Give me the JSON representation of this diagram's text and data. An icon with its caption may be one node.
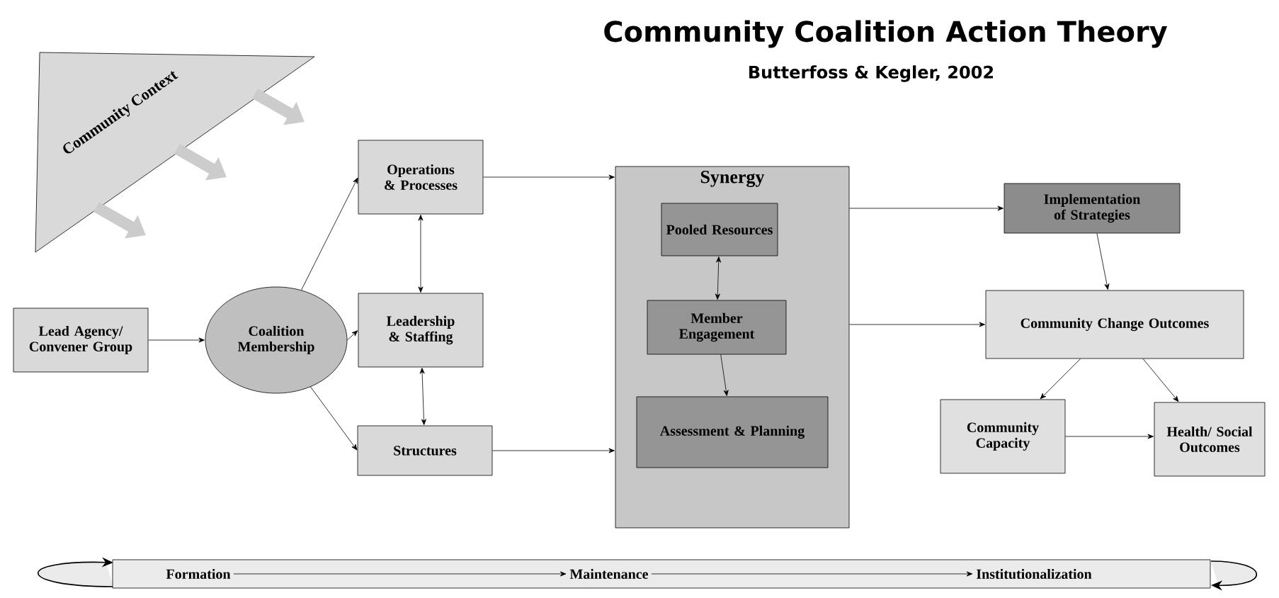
{
  "diagram": {
    "title": "Community Coalition Action Theory",
    "nodes": [
      {
        "text": [
          "Community Context"
        ]
      },
      {
        "text": [
          "Lead Agency/ Convener Group"
        ]
      },
      {
        "text": [
          "Coalition Membership"
        ]
      },
      {
        "text": [
          "Operations & Processes"
        ]
      },
      {
        "text": [
          "Leadership & Staffing"
        ]
      },
      {
        "text": [
          "Structures"
        ]
      },
      {
        "text": [
          "Synergy"
        ]
      },
      {
        "text": [
          "Pooled Resources"
        ],
        "in": 6
      },
      {
        "text": [
          "Member Engagement"
        ],
        "in": 6
      },
      {
        "text": [
          "Assessment & Planning"
        ],
        "in": 6
      },
      {
        "text": [
          "Implementation of Strategies"
        ]
      },
      {
        "text": [
          "Community Change Outcomes"
        ]
      },
      {
        "text": [
          "Community Capacity"
        ]
      },
      {
        "text": [
          "Health/ Social Outcomes"
        ]
      },
      {
        "text": [],
        "shape": "bar"
      },
      {
        "text": [
          "Formation"
        ],
        "in": 14
      },
      {
        "text": [
          "Maintenance"
        ],
        "in": 14
      },
      {
        "text": [
          "Institutionalization"
        ],
        "in": 14
      }
    ],
    "edges": [
      {
        "from": 0,
        "to": null,
        "arrow": "to",
        "style": "thick",
        "color": "#cccccc"
      },
      {
        "from": 0,
        "to": null,
        "arrow": "to",
        "style": "thick",
        "color": "#cccccc"
      },
      {
        "from": 0,
        "to": null,
        "arrow": "to",
        "style": "thick",
        "color": "#cccccc"
      },
      {
        "from": 1,
        "to": 2,
        "arrow": "to"
      },
      {
        "from": 2,
        "to": 3,
        "arrow": "to"
      },
      {
        "from": 2,
        "to": 4,
        "arrow": "to"
      },
      {
        "from": 2,
        "to": 5,
        "arrow": "to"
      },
      {
        "from": 3,
        "to": 4,
        "arrow": "both"
      },
      {
        "from": 4,
        "to": 5,
        "arrow": "both"
      },
      {
        "from": 3,
        "to": 6,
        "arrow": "to"
      },
      {
        "from": 5,
        "to": 6,
        "arrow": "to"
      },
      {
        "from": 7,
        "to": 8,
        "arrow": "both"
      },
      {
        "from": 8,
        "to": 9,
        "arrow": "to"
      },
      {
        "from": 6,
        "to": 10,
        "arrow": "to"
      },
      {
        "from": 6,
        "to": 11,
        "arrow": "to"
      },
      {
        "from": 10,
        "to": 11,
        "arrow": "to"
      },
      {
        "from": 11,
        "to": 12,
        "arrow": "to"
      },
      {
        "from": 11,
        "to": 13,
        "arrow": "to"
      },
      {
        "from": 12,
        "to": 13,
        "arrow": "to"
      },
      {
        "from": 15,
        "to": 16,
        "arrow": "to"
      },
      {
        "from": 16,
        "to": 17,
        "arrow": "to"
      }
    ],
    "labels": [
      "Butterfoss & Kegler, 2002"
    ]
  }
}
